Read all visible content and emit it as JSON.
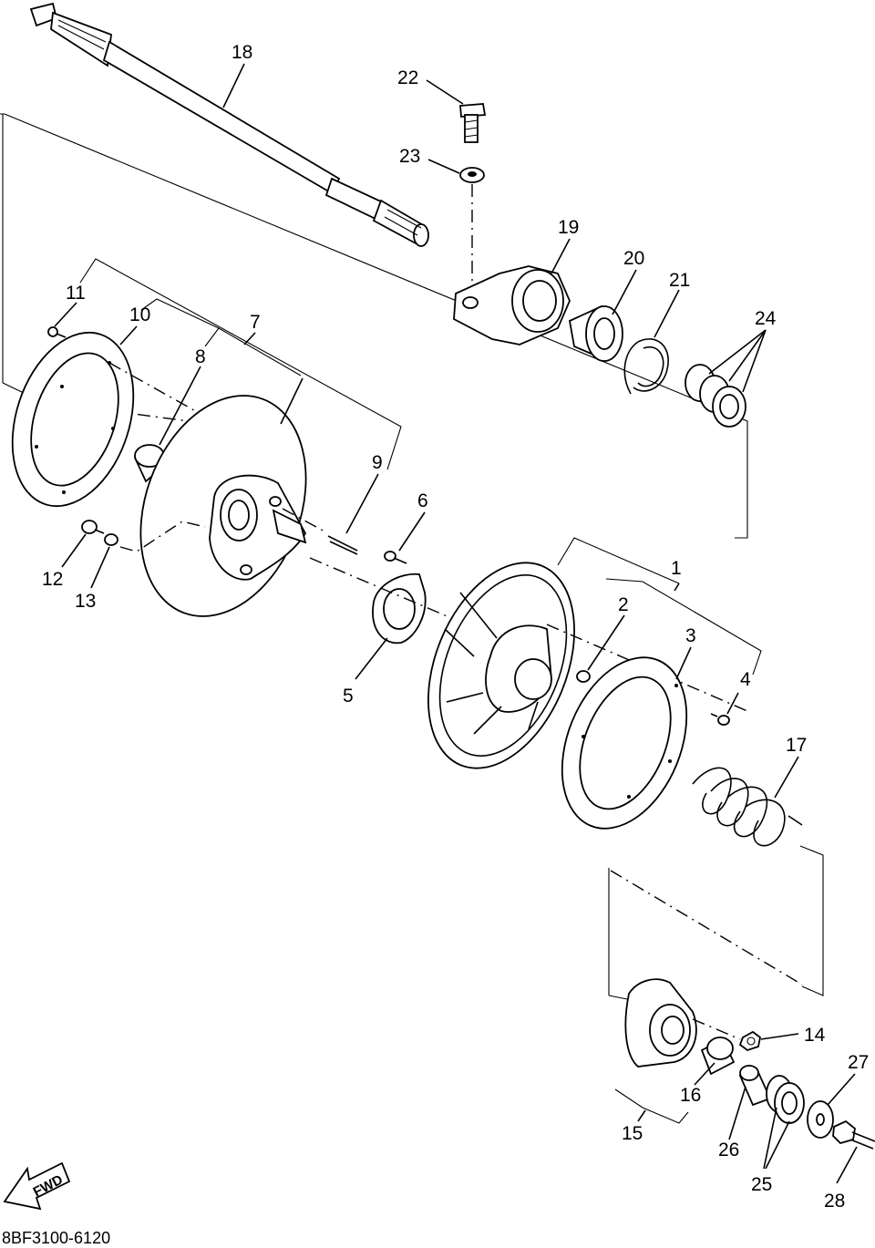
{
  "diagram": {
    "doc_code": "8BF3100-6120",
    "fwd_label": "FWD",
    "callouts": [
      {
        "id": "1",
        "text": "1"
      },
      {
        "id": "2",
        "text": "2"
      },
      {
        "id": "3",
        "text": "3"
      },
      {
        "id": "4",
        "text": "4"
      },
      {
        "id": "5",
        "text": "5"
      },
      {
        "id": "6",
        "text": "6"
      },
      {
        "id": "7",
        "text": "7"
      },
      {
        "id": "8",
        "text": "8"
      },
      {
        "id": "9",
        "text": "9"
      },
      {
        "id": "10",
        "text": "10"
      },
      {
        "id": "11",
        "text": "11"
      },
      {
        "id": "12",
        "text": "12"
      },
      {
        "id": "13",
        "text": "13"
      },
      {
        "id": "14",
        "text": "14"
      },
      {
        "id": "15",
        "text": "15"
      },
      {
        "id": "16",
        "text": "16"
      },
      {
        "id": "17",
        "text": "17"
      },
      {
        "id": "18",
        "text": "18"
      },
      {
        "id": "19",
        "text": "19"
      },
      {
        "id": "20",
        "text": "20"
      },
      {
        "id": "21",
        "text": "21"
      },
      {
        "id": "22",
        "text": "22"
      },
      {
        "id": "23",
        "text": "23"
      },
      {
        "id": "24",
        "text": "24"
      },
      {
        "id": "25",
        "text": "25"
      },
      {
        "id": "26",
        "text": "26"
      },
      {
        "id": "27",
        "text": "27"
      },
      {
        "id": "28",
        "text": "28"
      }
    ]
  }
}
